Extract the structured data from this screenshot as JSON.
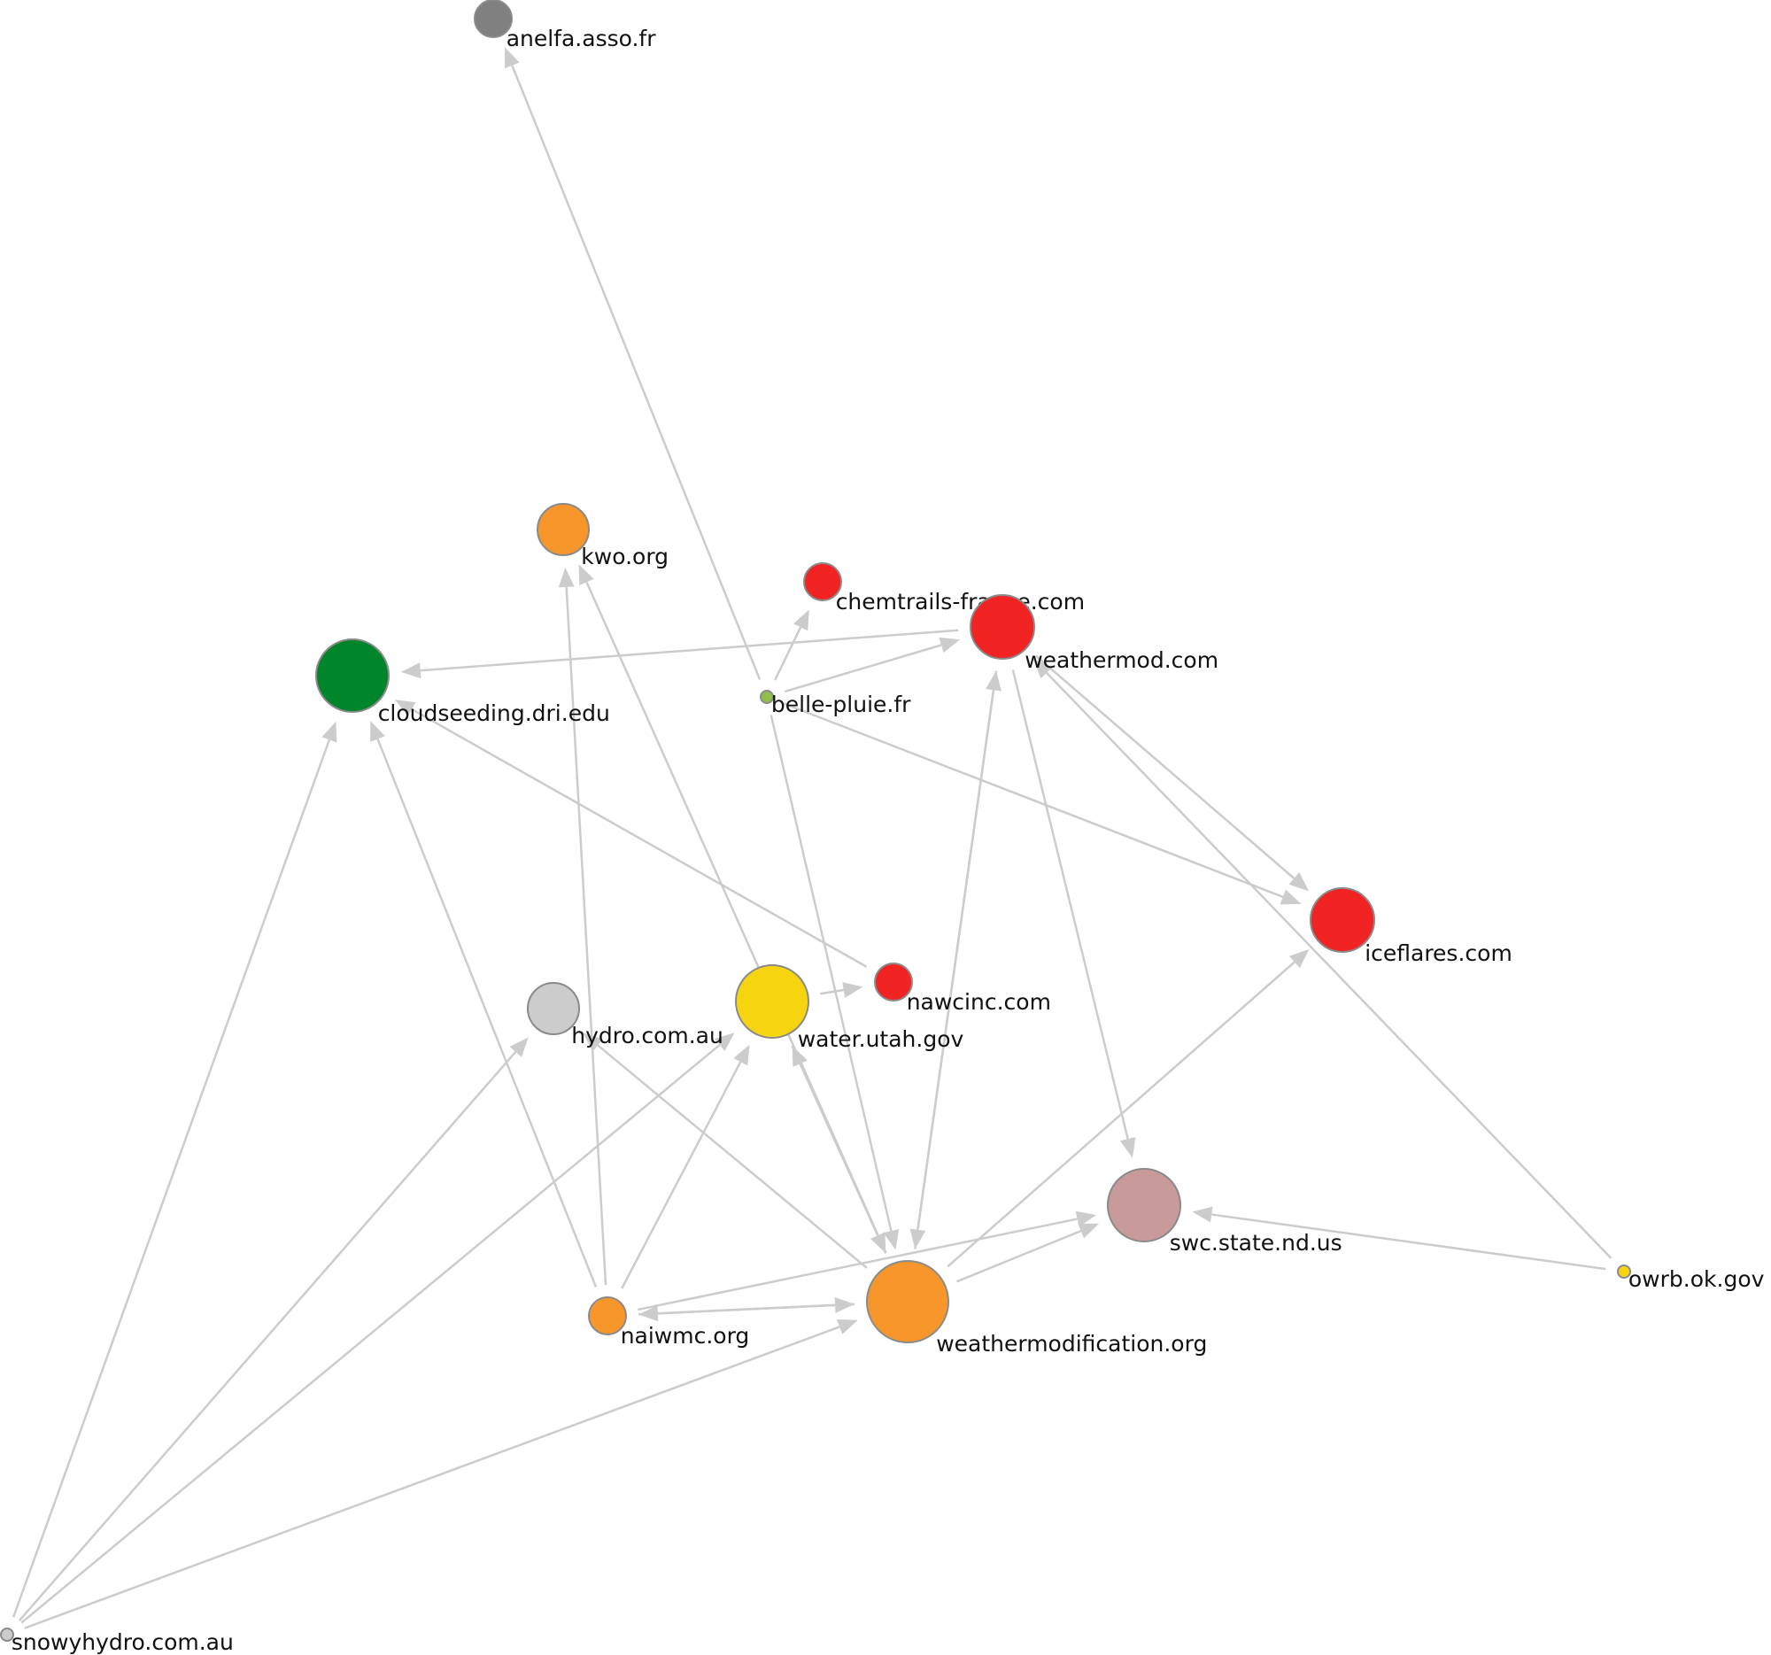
{
  "nodes": [
    {
      "id": "anelfa",
      "label": "anelfa.asso.fr",
      "color": "#808080"
    },
    {
      "id": "kwo",
      "label": "kwo.org",
      "color": "#f7962b"
    },
    {
      "id": "chemtrails",
      "label": "chemtrails-france.com",
      "color": "#f22323"
    },
    {
      "id": "weathermod",
      "label": "weathermod.com",
      "color": "#f22323"
    },
    {
      "id": "cloudseeding",
      "label": "cloudseeding.dri.edu",
      "color": "#00852b"
    },
    {
      "id": "bellepluie",
      "label": "belle-pluie.fr",
      "color": "#8fbf4a"
    },
    {
      "id": "iceflares",
      "label": "iceflares.com",
      "color": "#f22323"
    },
    {
      "id": "nawcinc",
      "label": "nawcinc.com",
      "color": "#f22323"
    },
    {
      "id": "hydro",
      "label": "hydro.com.au",
      "color": "#cccccc"
    },
    {
      "id": "waterutah",
      "label": "water.utah.gov",
      "color": "#f7d410"
    },
    {
      "id": "swc",
      "label": "swc.state.nd.us",
      "color": "#c99a9a"
    },
    {
      "id": "owrb",
      "label": "owrb.ok.gov",
      "color": "#f7d410"
    },
    {
      "id": "naiwmc",
      "label": "naiwmc.org",
      "color": "#f7962b"
    },
    {
      "id": "weathermodification",
      "label": "weathermodification.org",
      "color": "#f7962b"
    },
    {
      "id": "snowyhydro",
      "label": "snowyhydro.com.au",
      "color": "#cccccc"
    }
  ],
  "edges": [
    {
      "from": "bellepluie",
      "to": "anelfa"
    },
    {
      "from": "bellepluie",
      "to": "chemtrails"
    },
    {
      "from": "bellepluie",
      "to": "weathermod"
    },
    {
      "from": "bellepluie",
      "to": "iceflares"
    },
    {
      "from": "bellepluie",
      "to": "weathermodification"
    },
    {
      "from": "weathermod",
      "to": "cloudseeding"
    },
    {
      "from": "weathermod",
      "to": "iceflares"
    },
    {
      "from": "weathermod",
      "to": "swc"
    },
    {
      "from": "weathermod",
      "to": "weathermodification"
    },
    {
      "from": "weathermodification",
      "to": "weathermod"
    },
    {
      "from": "weathermodification",
      "to": "iceflares"
    },
    {
      "from": "weathermodification",
      "to": "swc"
    },
    {
      "from": "weathermodification",
      "to": "waterutah"
    },
    {
      "from": "weathermodification",
      "to": "kwo"
    },
    {
      "from": "weathermodification",
      "to": "hydro"
    },
    {
      "from": "weathermodification",
      "to": "naiwmc"
    },
    {
      "from": "waterutah",
      "to": "weathermodification"
    },
    {
      "from": "waterutah",
      "to": "nawcinc"
    },
    {
      "from": "nawcinc",
      "to": "cloudseeding"
    },
    {
      "from": "naiwmc",
      "to": "cloudseeding"
    },
    {
      "from": "naiwmc",
      "to": "kwo"
    },
    {
      "from": "naiwmc",
      "to": "weathermodification"
    },
    {
      "from": "naiwmc",
      "to": "swc"
    },
    {
      "from": "naiwmc",
      "to": "waterutah"
    },
    {
      "from": "owrb",
      "to": "swc"
    },
    {
      "from": "owrb",
      "to": "weathermod"
    },
    {
      "from": "snowyhydro",
      "to": "cloudseeding"
    },
    {
      "from": "snowyhydro",
      "to": "hydro"
    },
    {
      "from": "snowyhydro",
      "to": "waterutah"
    },
    {
      "from": "snowyhydro",
      "to": "weathermodification"
    }
  ]
}
